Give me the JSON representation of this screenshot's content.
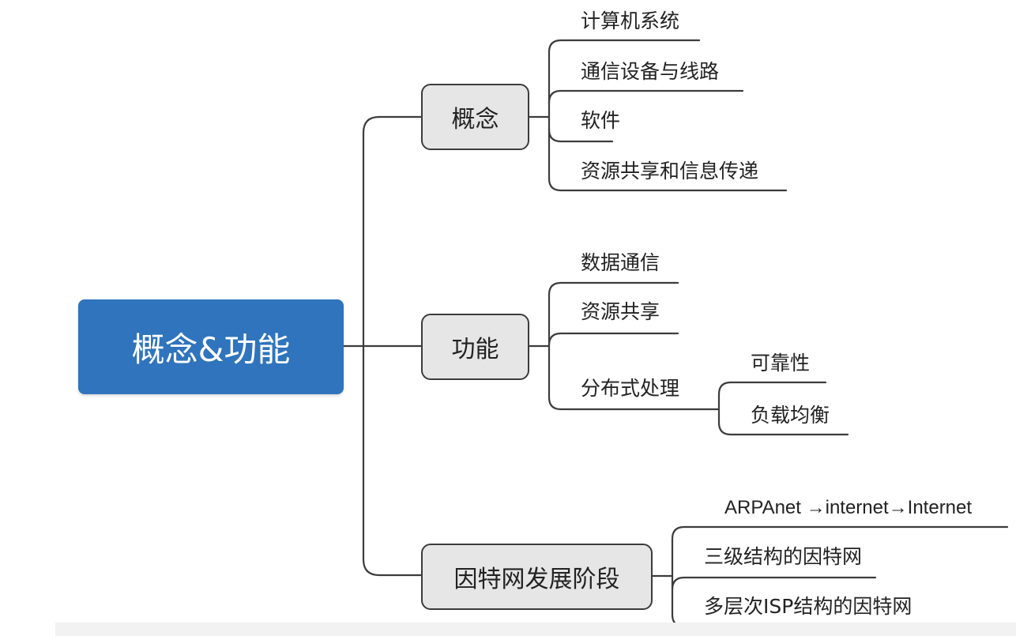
{
  "root": {
    "label": "概念&功能"
  },
  "branches": [
    {
      "label": "概念",
      "children": [
        "计算机系统",
        "通信设备与线路",
        "软件",
        "资源共享和信息传递"
      ]
    },
    {
      "label": "功能",
      "children": [
        "数据通信",
        "资源共享",
        "分布式处理"
      ],
      "sub": {
        "parent": "分布式处理",
        "children": [
          "可靠性",
          "负载均衡"
        ]
      }
    },
    {
      "label": "因特网发展阶段",
      "children": [
        "ARPAnet  →internet→Internet",
        "三级结构的因特网",
        "多层次ISP结构的因特网"
      ]
    }
  ],
  "colors": {
    "root_fill": "#2f74bd",
    "branch_fill": "#e6e6e6",
    "line": "#3c3c3c"
  }
}
